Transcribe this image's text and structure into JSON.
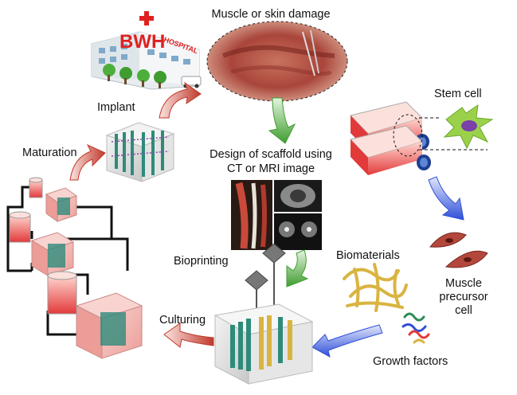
{
  "labels": {
    "muscle_damage": "Muscle or skin damage",
    "implant": "Implant",
    "stem_cell": "Stem cell",
    "maturation": "Maturation",
    "scaffold_line1": "Design of scaffold using",
    "scaffold_line2": "CT or MRI image",
    "bioprinting": "Bioprinting",
    "biomaterials": "Biomaterials",
    "muscle_precursor_line1": "Muscle",
    "muscle_precursor_line2": "precursor",
    "muscle_precursor_line3": "cell",
    "culturing": "Culturing",
    "growth_factors": "Growth factors"
  },
  "hospital": {
    "sign_text": "BWH",
    "sign_sub": "HOSPITAL"
  },
  "colors": {
    "arrow_red": "#c0392b",
    "arrow_green": "#3f9d2f",
    "arrow_blue": "#2f4fd8",
    "scaffold_teal": "#2e8b7a",
    "scaffold_gold": "#d9b441",
    "tissue_red": "#b4473c",
    "flask_red": "#e23a3a",
    "cube_pink": "#f2b7b4"
  }
}
